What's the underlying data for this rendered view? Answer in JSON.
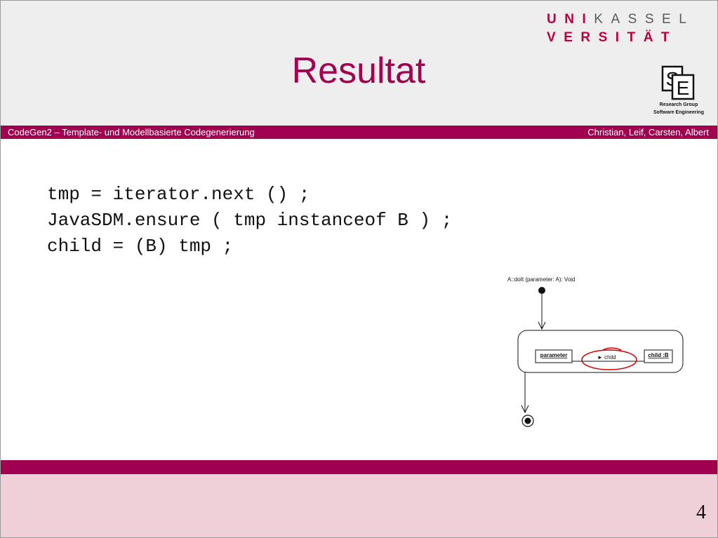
{
  "header": {
    "title": "Resultat",
    "logo_line1": [
      "U",
      "N",
      "I",
      "K",
      "A",
      "S",
      "S",
      "E",
      "L"
    ],
    "logo_line2": [
      "V",
      "E",
      "R",
      "S",
      "I",
      "T",
      "Ä",
      "T"
    ],
    "se_caption_line1": "Research Group",
    "se_caption_line2": "Software Engineering"
  },
  "band": {
    "left_text": "CodeGen2 – Template- und Modellbasierte Codegenerierung",
    "right_text": "Christian, Leif, Carsten, Albert"
  },
  "code_lines": [
    "tmp = iterator.next () ;",
    "JavaSDM.ensure ( tmp instanceof B ) ;",
    "child = (B) tmp ;"
  ],
  "diagram": {
    "method_label": "A::doIt (parameter: A): Void",
    "object_left": "parameter",
    "link_label": "► child",
    "object_right": "child :B"
  },
  "footer": {
    "page_number": "4"
  },
  "colors": {
    "accent": "#a0004f",
    "footer_bg": "#f0d0d8",
    "header_bg": "#eeeeee",
    "highlight_circle": "#cc0000"
  }
}
